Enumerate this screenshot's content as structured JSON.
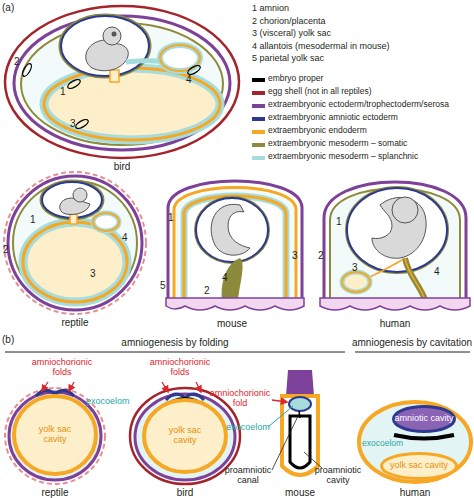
{
  "diagram": {
    "nodes": [
      {
        "text": [
          "yolk sac cavity"
        ]
      },
      {
        "text": [
          "yolk sac cavity"
        ]
      },
      {
        "text": [
          "amniotic cavity"
        ]
      },
      {
        "text": [
          "yolk sac cavity"
        ]
      }
    ],
    "labels": [
      "(a)",
      "bird",
      "reptile",
      "mouse",
      "human",
      "2",
      "1",
      "3",
      "4",
      "1",
      "2",
      "3",
      "4",
      "1",
      "3",
      "5",
      "4",
      "2",
      "1",
      "2",
      "3",
      "4",
      "(b)",
      "amniogenesis by folding",
      "amniogenesis by cavitation",
      "amniochorionic folds",
      "exocoelom",
      "amniochorionic folds",
      "amniochorionic fold",
      "exocoelom",
      "proamniotic canal",
      "proamniotic cavity",
      "exocoelom",
      "reptile",
      "bird",
      "mouse",
      "human"
    ],
    "legend": [
      {
        "text": "1 amnion"
      },
      {
        "text": "2 chorion/placenta"
      },
      {
        "text": "3 (visceral) yolk sac"
      },
      {
        "text": "4 allantois (mesodermal in mouse)"
      },
      {
        "text": "5 parietal yolk sac"
      },
      {
        "text": "embryo proper",
        "color": "#000000"
      },
      {
        "text": "egg shell (not in all reptiles)",
        "color": "#a3252b"
      },
      {
        "text": "extraembryonic ectoderm/trophectoderm/serosa",
        "color": "#7d4199"
      },
      {
        "text": "extraembryonic amniotic ectoderm",
        "color": "#2b3990"
      },
      {
        "text": "extraembryonic endoderm",
        "color": "#f6a724"
      },
      {
        "text": "extraembryonic mesoderm – somatic",
        "color": "#8c8a3b"
      },
      {
        "text": "extraembryonic mesoderm – splanchnic",
        "color": "#a6dcdc"
      }
    ]
  }
}
